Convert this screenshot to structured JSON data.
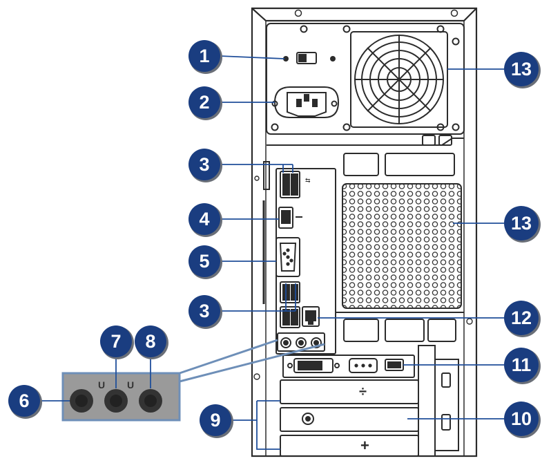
{
  "diagram": {
    "callouts": [
      {
        "id": "c1",
        "label": "1"
      },
      {
        "id": "c2",
        "label": "2"
      },
      {
        "id": "c3a",
        "label": "3"
      },
      {
        "id": "c4",
        "label": "4"
      },
      {
        "id": "c5",
        "label": "5"
      },
      {
        "id": "c3b",
        "label": "3"
      },
      {
        "id": "c7",
        "label": "7"
      },
      {
        "id": "c8",
        "label": "8"
      },
      {
        "id": "c6",
        "label": "6"
      },
      {
        "id": "c9",
        "label": "9"
      },
      {
        "id": "c13a",
        "label": "13"
      },
      {
        "id": "c13b",
        "label": "13"
      },
      {
        "id": "c12",
        "label": "12"
      },
      {
        "id": "c11",
        "label": "11"
      },
      {
        "id": "c10",
        "label": "10"
      }
    ],
    "colors": {
      "callout_fill": "#1a3d80",
      "callout_shadow": "#6a6f78",
      "case_stroke": "#2b2b2b",
      "panel_fill": "#9a9a9a",
      "panel_stroke": "#6e8fb8",
      "leader_line": "#1f4e9a"
    },
    "icons": [
      "power-switch-icon",
      "power-socket-icon",
      "usb-icon",
      "hdmi-icon",
      "vga-icon",
      "lan-icon",
      "audio-jack-icon",
      "fan-icon",
      "dvi-icon",
      "expansion-slot-icon"
    ]
  }
}
